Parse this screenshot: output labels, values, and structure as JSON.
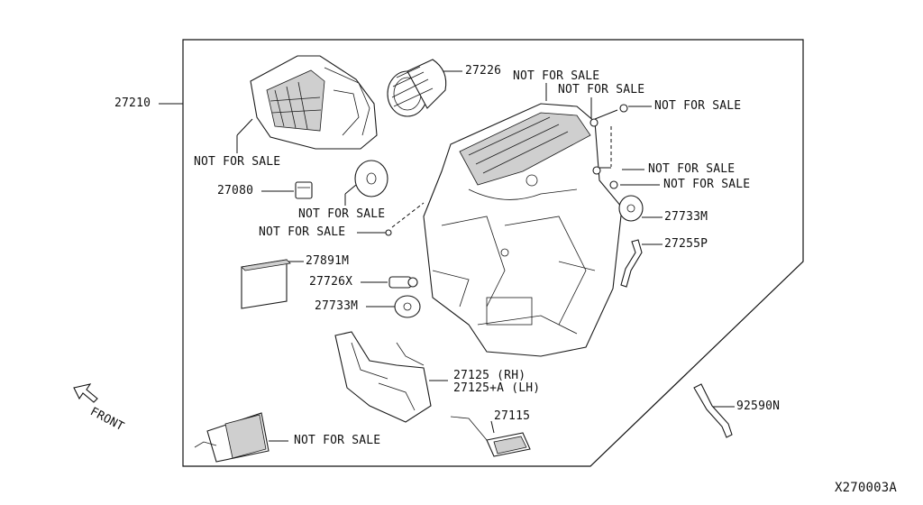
{
  "diagram_code": "X270003A",
  "front_label": "FRONT",
  "labels": {
    "p27210": "27210",
    "p27226": "27226",
    "p27080": "27080",
    "p27891M": "27891M",
    "p27726X": "27726X",
    "p27733M_left": "27733M",
    "p27733M_right": "27733M",
    "p27255P": "27255P",
    "p27125": "27125 (RH)",
    "p27125A": "27125+A (LH)",
    "p27115": "27115",
    "p92590N": "92590N",
    "nfs_1": "NOT FOR SALE",
    "nfs_2": "NOT FOR SALE",
    "nfs_3": "NOT FOR SALE",
    "nfs_4": "NOT FOR SALE",
    "nfs_5": "NOT FOR SALE",
    "nfs_6": "NOT FOR SALE",
    "nfs_7": "NOT FOR SALE",
    "nfs_8": "NOT FOR SALE",
    "nfs_9": "NOT FOR SALE"
  }
}
